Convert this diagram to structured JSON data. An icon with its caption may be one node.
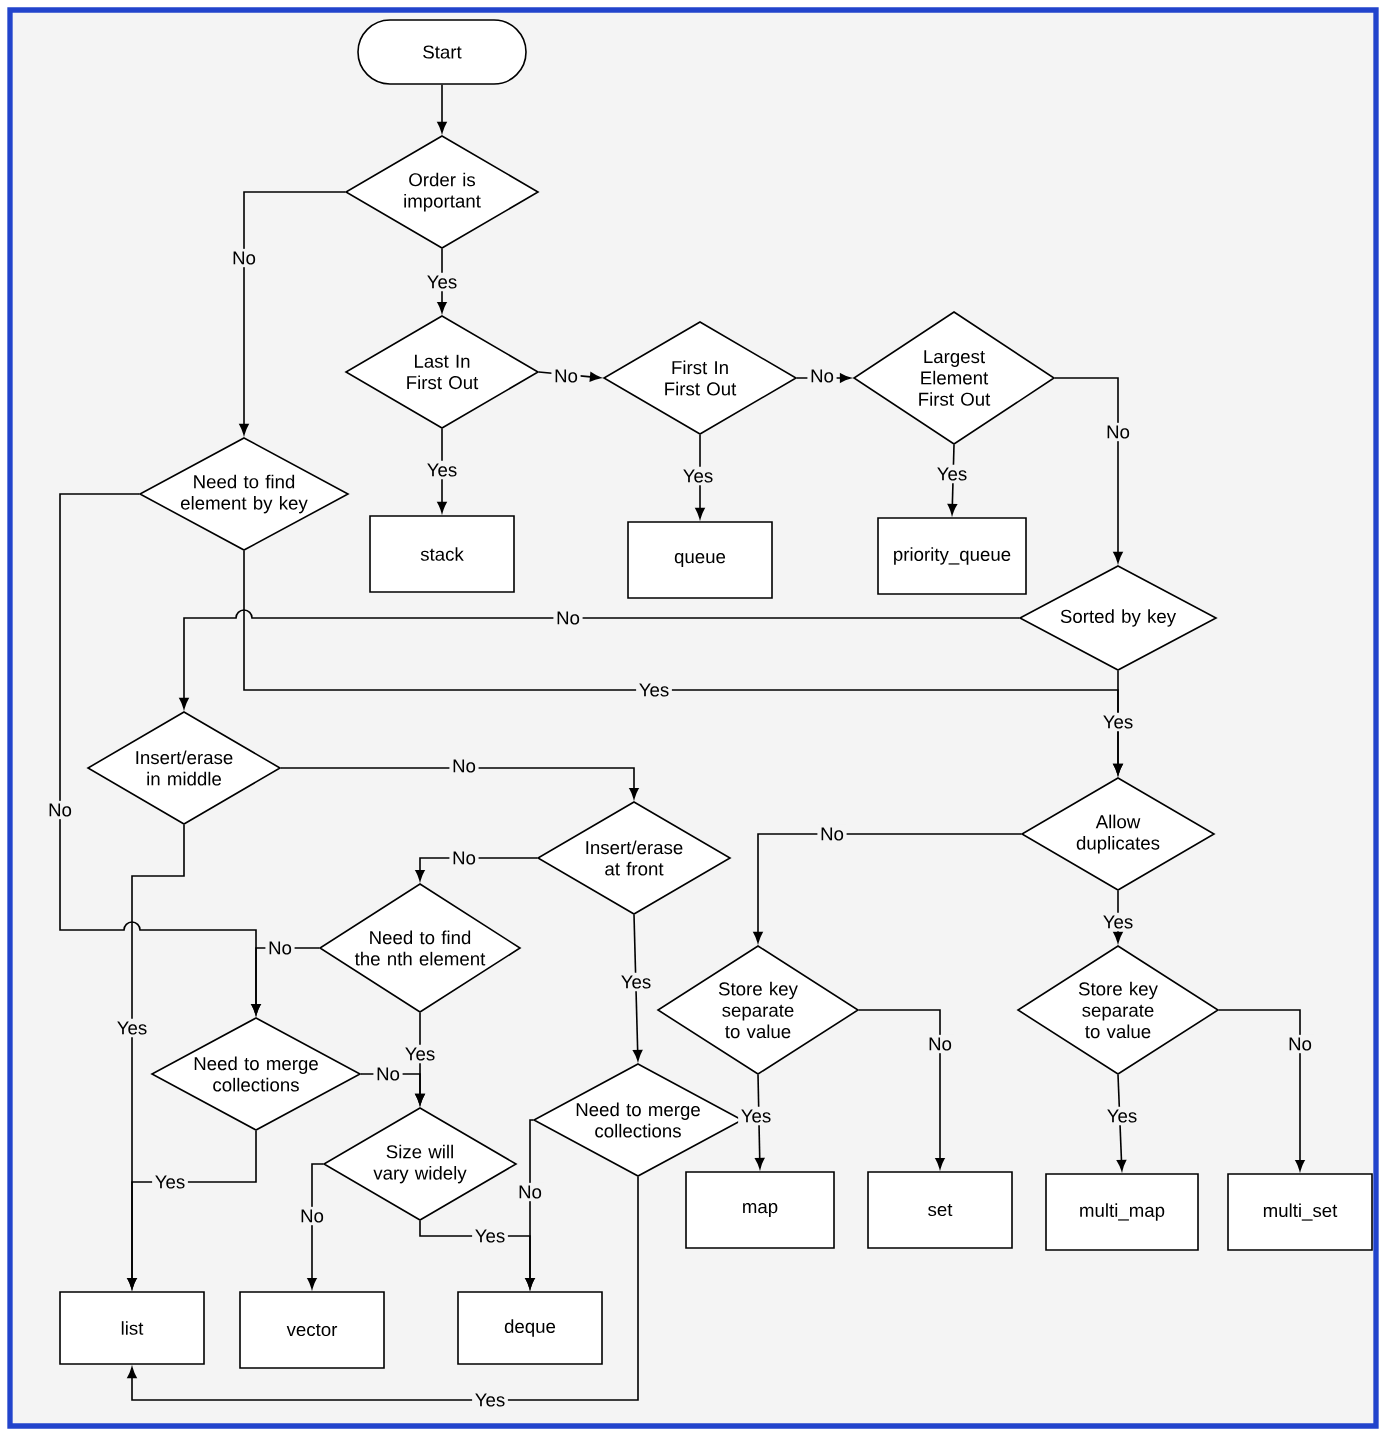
{
  "diagram": {
    "nodes": [
      {
        "text": [
          "Start"
        ]
      },
      {
        "text": [
          "Order is important"
        ]
      },
      {
        "text": [
          "Last In First Out"
        ]
      },
      {
        "text": [
          "First In First Out"
        ]
      },
      {
        "text": [
          "Largest Element First Out"
        ]
      },
      {
        "text": [
          "stack"
        ]
      },
      {
        "text": [
          "queue"
        ]
      },
      {
        "text": [
          "priority_queue"
        ]
      },
      {
        "text": [
          "Need to find element by key"
        ]
      },
      {
        "text": [
          "Sorted by key"
        ]
      },
      {
        "text": [
          "Insert/erase in middle"
        ]
      },
      {
        "text": [
          "Allow duplicates"
        ]
      },
      {
        "text": [
          "Insert/erase at front"
        ]
      },
      {
        "text": [
          "Need to find the nth element"
        ]
      },
      {
        "text": [
          "Store key separate to value"
        ]
      },
      {
        "text": [
          "Store key separate to value"
        ]
      },
      {
        "text": [
          "Need to merge collections"
        ]
      },
      {
        "text": [
          "Size will vary widely"
        ]
      },
      {
        "text": [
          "Need to merge collections"
        ]
      },
      {
        "text": [
          "map"
        ]
      },
      {
        "text": [
          "set"
        ]
      },
      {
        "text": [
          "multi_map"
        ]
      },
      {
        "text": [
          "multi_set"
        ]
      },
      {
        "text": [
          "list"
        ]
      },
      {
        "text": [
          "vector"
        ]
      },
      {
        "text": [
          "deque"
        ]
      }
    ],
    "edges": [
      {
        "from": 0,
        "to": 1,
        "arrow": "to"
      },
      {
        "from": 1,
        "to": 2,
        "arrow": "to",
        "label": "Yes"
      },
      {
        "from": 1,
        "to": 8,
        "arrow": "to",
        "label": "No"
      },
      {
        "from": 2,
        "to": 3,
        "arrow": "to",
        "label": "No"
      },
      {
        "from": 2,
        "to": 5,
        "arrow": "to",
        "label": "Yes"
      },
      {
        "from": 3,
        "to": 4,
        "arrow": "to",
        "label": "No"
      },
      {
        "from": 3,
        "to": 6,
        "arrow": "to",
        "label": "Yes"
      },
      {
        "from": 4,
        "to": 7,
        "arrow": "to",
        "label": "Yes"
      },
      {
        "from": 4,
        "to": 9,
        "arrow": "to",
        "label": "No"
      },
      {
        "from": 8,
        "to": 16,
        "arrow": "to",
        "label": "No"
      },
      {
        "from": 8,
        "to": 11,
        "arrow": "to",
        "label": "Yes"
      },
      {
        "from": 9,
        "to": 10,
        "arrow": "to",
        "label": "No"
      },
      {
        "from": 9,
        "to": 11,
        "arrow": "to",
        "label": "Yes"
      },
      {
        "from": 10,
        "to": 12,
        "arrow": "to",
        "label": "No"
      },
      {
        "from": 10,
        "to": 23,
        "arrow": "to",
        "label": "Yes"
      },
      {
        "from": 12,
        "to": 13,
        "arrow": "to",
        "label": "No"
      },
      {
        "from": 12,
        "to": 18,
        "arrow": "to",
        "label": "Yes"
      },
      {
        "from": 13,
        "to": 16,
        "arrow": "to",
        "label": "No"
      },
      {
        "from": 13,
        "to": 17,
        "arrow": "to",
        "label": "Yes"
      },
      {
        "from": 16,
        "to": 17,
        "arrow": "to",
        "label": "No"
      },
      {
        "from": 16,
        "to": 23,
        "arrow": "to",
        "label": "Yes"
      },
      {
        "from": 17,
        "to": 24,
        "arrow": "to",
        "label": "No"
      },
      {
        "from": 17,
        "to": 25,
        "arrow": "to",
        "label": "Yes"
      },
      {
        "from": 18,
        "to": 25,
        "arrow": "to",
        "label": "No"
      },
      {
        "from": 18,
        "to": 23,
        "arrow": "to",
        "label": "Yes"
      },
      {
        "from": 11,
        "to": 14,
        "arrow": "to",
        "label": "No"
      },
      {
        "from": 11,
        "to": 15,
        "arrow": "to",
        "label": "Yes"
      },
      {
        "from": 14,
        "to": 19,
        "arrow": "to",
        "label": "Yes"
      },
      {
        "from": 14,
        "to": 20,
        "arrow": "to",
        "label": "No"
      },
      {
        "from": 15,
        "to": 21,
        "arrow": "to",
        "label": "Yes"
      },
      {
        "from": 15,
        "to": 22,
        "arrow": "to",
        "label": "No"
      }
    ]
  }
}
